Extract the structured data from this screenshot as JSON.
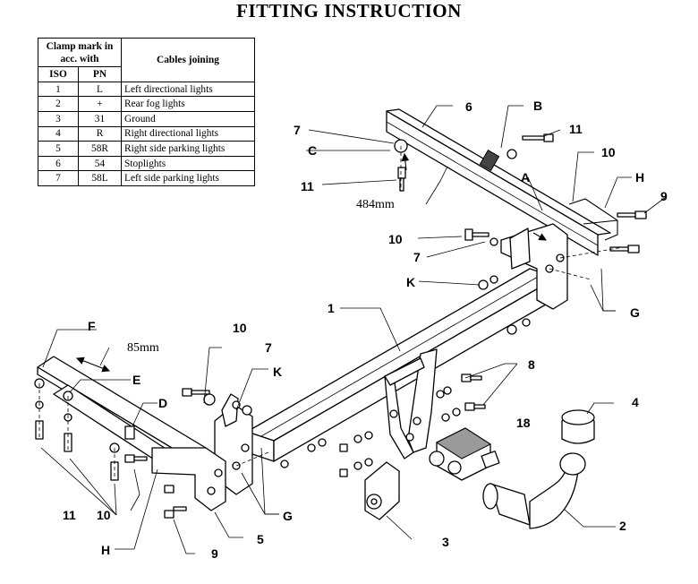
{
  "title": "FITTING INSTRUCTION",
  "table": {
    "header_group": "Clamp mark in acc. with",
    "header_iso": "ISO",
    "header_pn": "PN",
    "header_cables": "Cables joining",
    "rows": [
      {
        "iso": "1",
        "pn": "L",
        "cable": "Left directional lights"
      },
      {
        "iso": "2",
        "pn": "+",
        "cable": "Rear fog lights"
      },
      {
        "iso": "3",
        "pn": "31",
        "cable": "Ground"
      },
      {
        "iso": "4",
        "pn": "R",
        "cable": "Right directional lights"
      },
      {
        "iso": "5",
        "pn": "58R",
        "cable": "Right side parking lights"
      },
      {
        "iso": "6",
        "pn": "54",
        "cable": "Stoplights"
      },
      {
        "iso": "7",
        "pn": "58L",
        "cable": "Left side parking lights"
      }
    ]
  },
  "callouts": {
    "n1": "1",
    "n2": "2",
    "n3": "3",
    "n4": "4",
    "n5": "5",
    "n6": "6",
    "n7_top": "7",
    "n7_mid": "7",
    "n7_left": "7",
    "n8": "8",
    "n9_right": "9",
    "n9_bottom": "9",
    "n10_top": "10",
    "n10_right": "10",
    "n10_left": "10",
    "n10_bottom": "10",
    "n11_top": "11",
    "n11_mid": "11",
    "n11_bottom": "11",
    "n18": "18",
    "A": "A",
    "B": "B",
    "C": "C",
    "D": "D",
    "E": "E",
    "F": "F",
    "G_right": "G",
    "G_bottom": "G",
    "H_right": "H",
    "H_bottom": "H",
    "K_top": "K",
    "K_bottom": "K"
  },
  "dimensions": {
    "width_484": "484mm",
    "width_85": "85mm"
  }
}
